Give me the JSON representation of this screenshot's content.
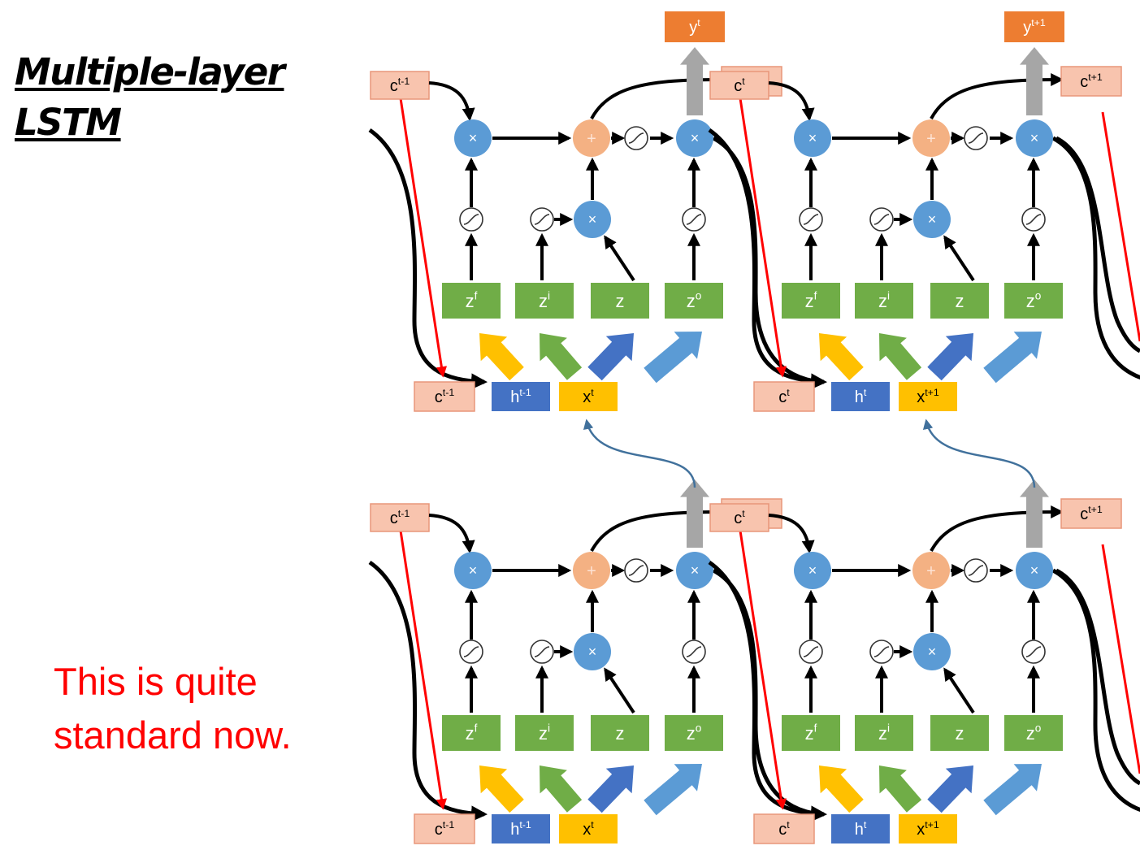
{
  "title_lines": [
    "Multiple-layer",
    "LSTM"
  ],
  "note_lines": [
    "This is quite",
    "standard now."
  ],
  "colors": {
    "cell_box": "#f8c4ae",
    "cell_border": "#e8967a",
    "gate_box": "#70ad47",
    "h_box": "#4472c4",
    "x_box": "#ffc000",
    "y_box": "#ed7d31",
    "mult_node": "#5b9bd5",
    "add_node": "#f4b183",
    "red_line": "#ff0000",
    "layer_link": "#41719c"
  },
  "icons": {
    "multiply": "multiply-node-icon",
    "add": "add-node-icon",
    "sigmoid": "sigmoid-activation-icon"
  },
  "node_symbols": {
    "multiply": "×",
    "add": "+"
  },
  "cells": [
    {
      "cell_in": "c",
      "cell_in_sup": "t-1",
      "cell_out": "c",
      "cell_out_sup": "t",
      "output": "y",
      "output_sup": "t",
      "bottom_c": "c",
      "bottom_c_sup": "t-1",
      "bottom_h": "h",
      "bottom_h_sup": "t-1",
      "bottom_x": "x",
      "bottom_x_sup": "t"
    },
    {
      "cell_in": "c",
      "cell_in_sup": "t",
      "cell_out": "c",
      "cell_out_sup": "t+1",
      "output": "y",
      "output_sup": "t+1",
      "bottom_c": "c",
      "bottom_c_sup": "t",
      "bottom_h": "h",
      "bottom_h_sup": "t",
      "bottom_x": "x",
      "bottom_x_sup": "t+1"
    }
  ],
  "gates": [
    {
      "base": "z",
      "sup": "f"
    },
    {
      "base": "z",
      "sup": "i"
    },
    {
      "base": "z",
      "sup": ""
    },
    {
      "base": "z",
      "sup": "o"
    }
  ]
}
